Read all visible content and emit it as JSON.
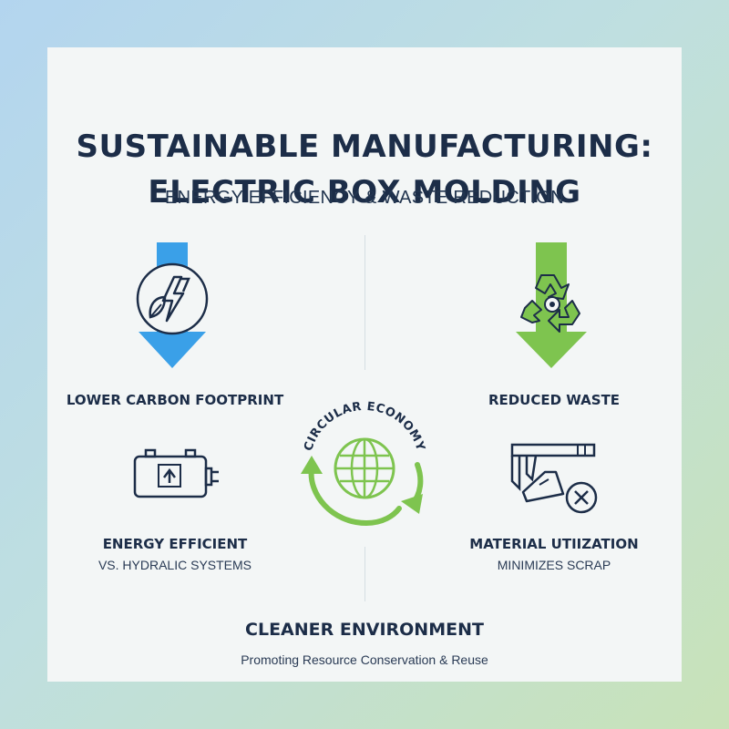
{
  "title": {
    "line1": "SUSTAINABLE MANUFACTURING:",
    "line2": "ELECTRIC BOX MOLDING"
  },
  "subtitle": "ENERGY EFFICIENCY & WASTE REDUCTION",
  "left": {
    "top_label": "LOWER CARBON FOOTPRINT",
    "bottom_label": "ENERGY EFFICIENT",
    "bottom_sublabel": "VS. HYDRALIC SYSTEMS"
  },
  "right": {
    "top_label": "REDUCED WASTE",
    "bottom_label": "MATERIAL UTIIZATION",
    "bottom_sublabel": "MINIMIZES SCRAP"
  },
  "center": {
    "circle_label": "CIRCULAR ECONOMY"
  },
  "footer": {
    "title": "CLEANER ENVIRONMENT",
    "subtitle": "Promoting Resource Conservation & Reuse"
  },
  "colors": {
    "blue_accent": "#3aa0e8",
    "green_accent": "#7ec44f",
    "navy_text": "#1c2d48"
  },
  "icons": [
    "lightning-leaf-icon",
    "down-arrow-icon",
    "recycle-icon",
    "battery-icon",
    "globe-icon",
    "circular-arrows-icon",
    "caliper-icon",
    "scrap-icon"
  ]
}
